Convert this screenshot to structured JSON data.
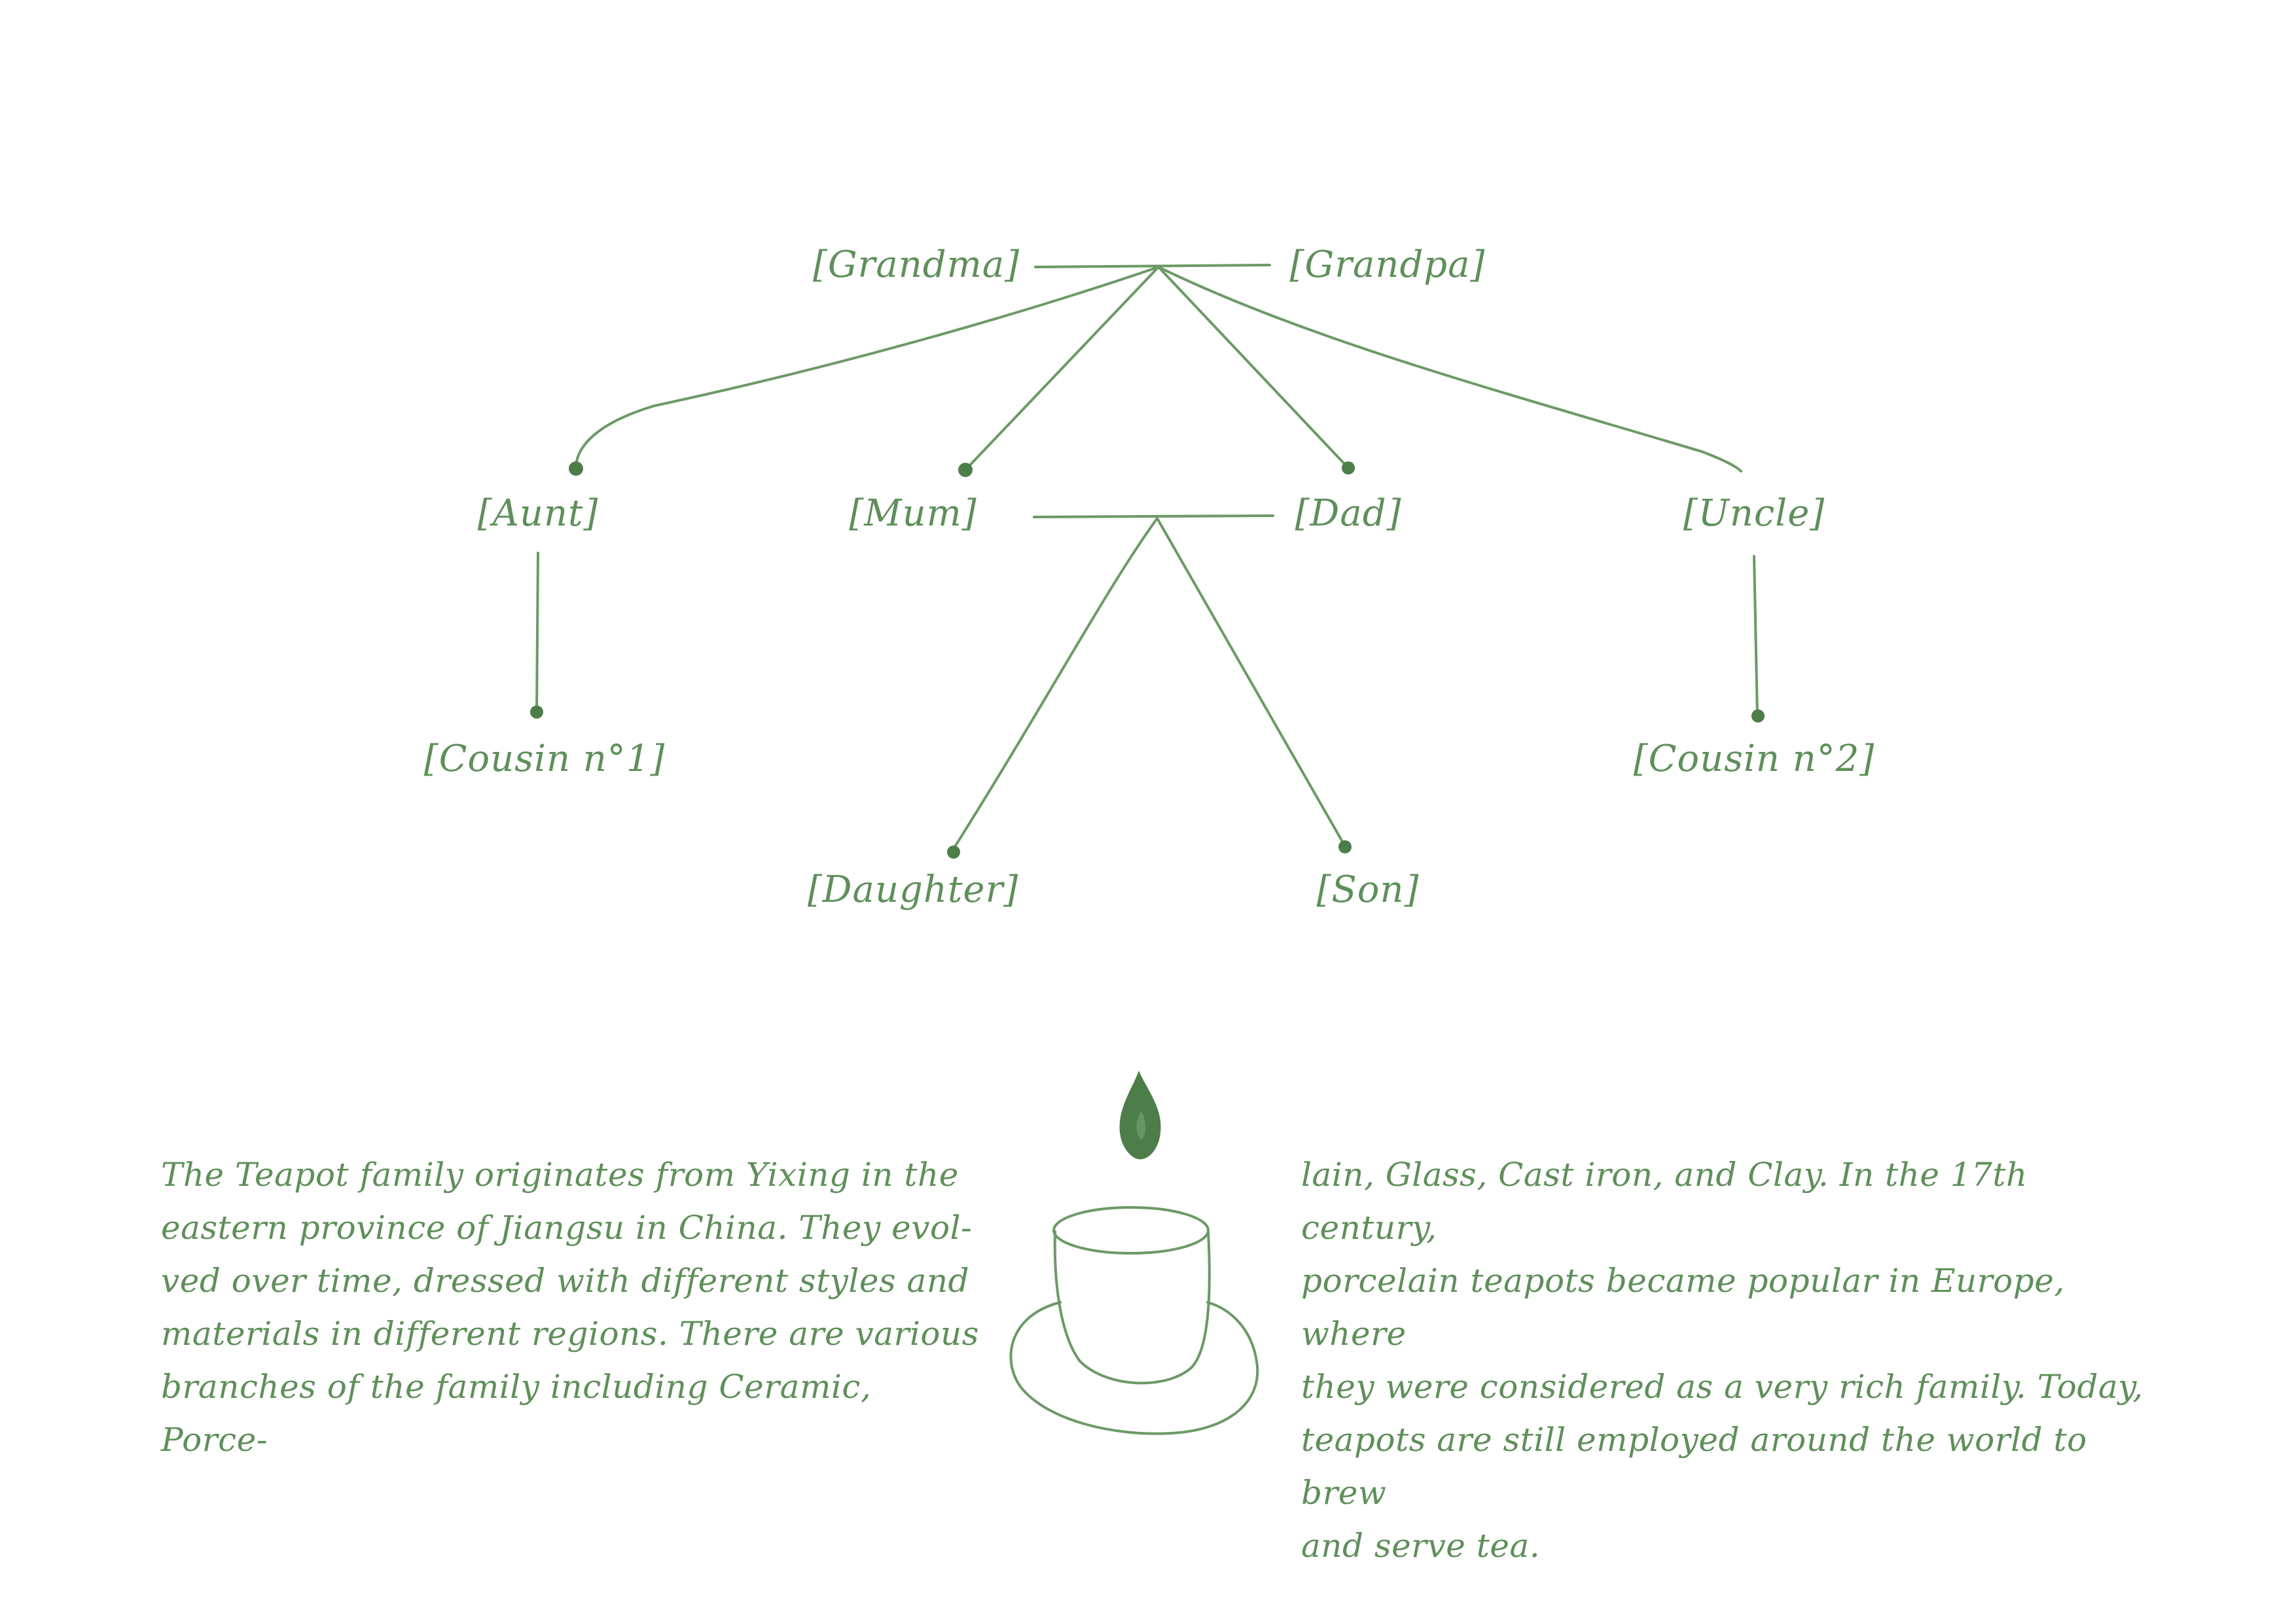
{
  "diagram": {
    "type": "family-tree",
    "colors": {
      "ink": "#5f8f5a",
      "line": "#6c9a66",
      "drop": "#4d7e49",
      "background": "#ffffff"
    },
    "nodes": {
      "grandma": "[Grandma]",
      "grandpa": "[Grandpa]",
      "aunt": "[Aunt]",
      "mum": "[Mum]",
      "dad": "[Dad]",
      "uncle": "[Uncle]",
      "cousin1": "[Cousin n°1]",
      "cousin2": "[Cousin n°2]",
      "daughter": "[Daughter]",
      "son": "[Son]"
    },
    "relations": [
      {
        "type": "couple",
        "members": [
          "grandma",
          "grandpa"
        ],
        "children": [
          "aunt",
          "mum",
          "dad",
          "uncle"
        ]
      },
      {
        "type": "couple",
        "members": [
          "mum",
          "dad"
        ],
        "children": [
          "daughter",
          "son"
        ]
      },
      {
        "type": "parent",
        "parent": "aunt",
        "child": "cousin1"
      },
      {
        "type": "parent",
        "parent": "uncle",
        "child": "cousin2"
      }
    ]
  },
  "text": {
    "left": "The Teapot family originates from Yixing in the\neastern province of Jiangsu in China. They evol-\nved over time, dressed with different styles and\nmaterials in different regions. There are various\nbranches of the family including Ceramic, Porce-",
    "right": "lain, Glass, Cast iron, and Clay. In the 17th century,\nporcelain teapots became popular in Europe, where\nthey were considered as a very rich family. Today,\nteapots are still employed around the world to brew\nand serve tea."
  },
  "illustration": {
    "icons": [
      "tea-drop-icon",
      "teacup-icon"
    ]
  }
}
